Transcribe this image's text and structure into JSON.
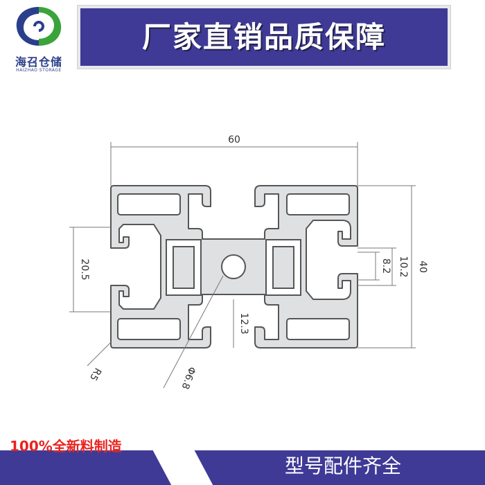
{
  "logo": {
    "cn_text": "海召仓储",
    "en_text": "HAIZHAO STORAGE",
    "colors": {
      "blue": "#2a3f8c",
      "green": "#3aa43a"
    }
  },
  "banner": {
    "text": "厂家直销品质保障",
    "bg_color": "#3f3a96"
  },
  "drawing": {
    "dimensions": {
      "width": "60",
      "height": "40",
      "slot_pitch": "20.5",
      "slot_opening_outer": "10.2",
      "slot_opening_inner": "8.2",
      "center_offset": "12.3",
      "corner_radius": "R5",
      "center_hole": "Φ6.8"
    },
    "profile_color": "#dfe0e2",
    "line_color": "#555555"
  },
  "footer": {
    "left_text": "100%全新料制造",
    "right_text": "型号配件齐全",
    "left_color": "#e8231f",
    "strip_color": "#3f3a96"
  }
}
